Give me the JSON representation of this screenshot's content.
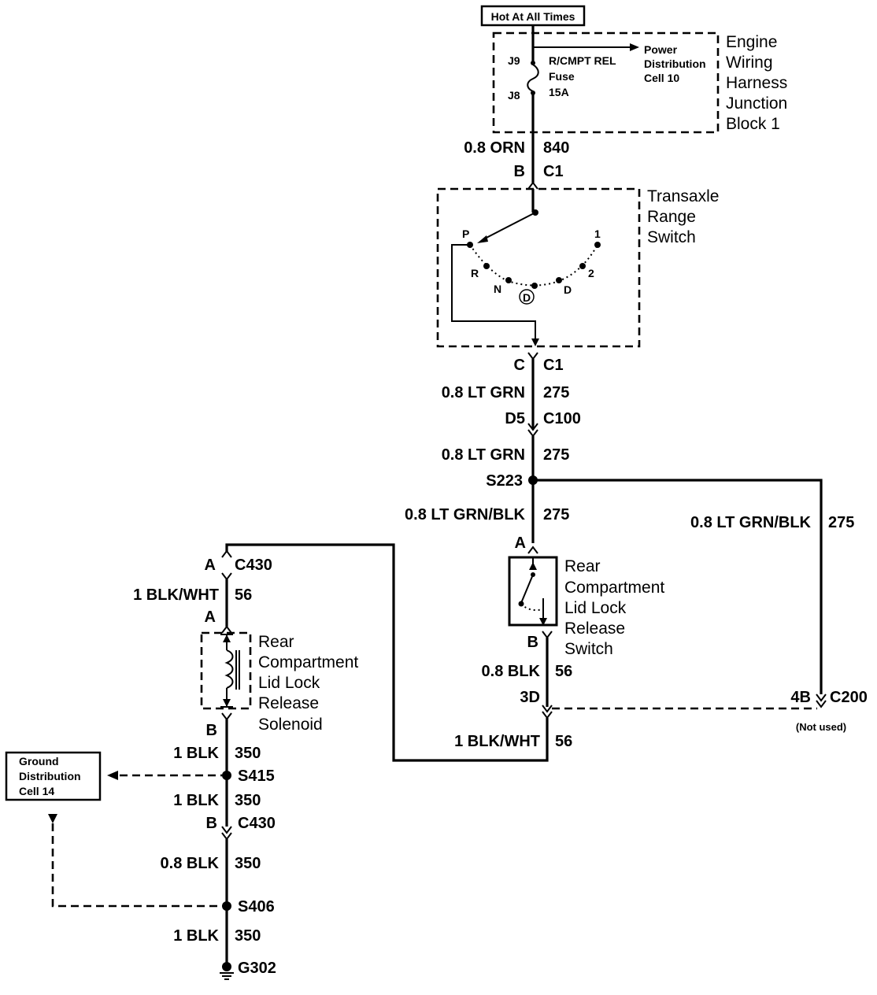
{
  "power": {
    "hot_label": "Hot At All Times",
    "block_name": [
      "Engine",
      "Wiring",
      "Harness",
      "Junction",
      "Block 1"
    ],
    "fuse_pin_top": "J9",
    "fuse_pin_bottom": "J8",
    "fuse_name": "R/CMPT REL",
    "fuse_word": "Fuse",
    "fuse_rating": "15A",
    "dist_ref": [
      "Power",
      "Distribution",
      "Cell 10"
    ]
  },
  "wires": {
    "w840_gauge": "0.8 ORN",
    "w840_circuit": "840",
    "w275a_gauge": "0.8 LT GRN",
    "w275a_circuit": "275",
    "w275b_gauge": "0.8 LT GRN",
    "w275b_circuit": "275",
    "w275c_gauge": "0.8 LT GRN/BLK",
    "w275c_circuit": "275",
    "w275d_gauge": "0.8 LT GRN/BLK",
    "w275d_circuit": "275",
    "w56_right_gauge": "0.8 BLK",
    "w56_right_circuit": "56",
    "w56_bottom_gauge": "1 BLK/WHT",
    "w56_bottom_circuit": "56",
    "w56_left_gauge": "1 BLK/WHT",
    "w56_left_circuit": "56",
    "w350a_gauge": "1 BLK",
    "w350a_circuit": "350",
    "w350b_gauge": "1 BLK",
    "w350b_circuit": "350",
    "w350c_gauge": "0.8 BLK",
    "w350c_circuit": "350",
    "w350d_gauge": "1 BLK",
    "w350d_circuit": "350"
  },
  "connectors": {
    "c1_top_pin": "B",
    "c1_top_name": "C1",
    "c1_bottom_pin": "C",
    "c1_bottom_name": "C1",
    "c100_pin": "D5",
    "c100_name": "C100",
    "switch_a_pin": "A",
    "switch_b_pin": "B",
    "c200_right_pin": "3D",
    "c200_pin": "4B",
    "c200_name": "C200",
    "c200_note": "(Not used)",
    "c430_a_pin": "A",
    "c430_a_name": "C430",
    "solenoid_a_pin": "A",
    "solenoid_b_pin": "B",
    "c430_b_pin": "B",
    "c430_b_name": "C430"
  },
  "splices": {
    "s223": "S223",
    "s415": "S415",
    "s406": "S406",
    "g302": "G302"
  },
  "components": {
    "transaxle_name": [
      "Transaxle",
      "Range",
      "Switch"
    ],
    "gear_positions": [
      "P",
      "R",
      "N",
      "D",
      "D",
      "2",
      "1"
    ],
    "release_switch_name": [
      "Rear",
      "Compartment",
      "Lid Lock",
      "Release",
      "Switch"
    ],
    "solenoid_name": [
      "Rear",
      "Compartment",
      "Lid Lock",
      "Release",
      "Solenoid"
    ],
    "ground_ref": [
      "Ground",
      "Distribution",
      "Cell 14"
    ]
  }
}
